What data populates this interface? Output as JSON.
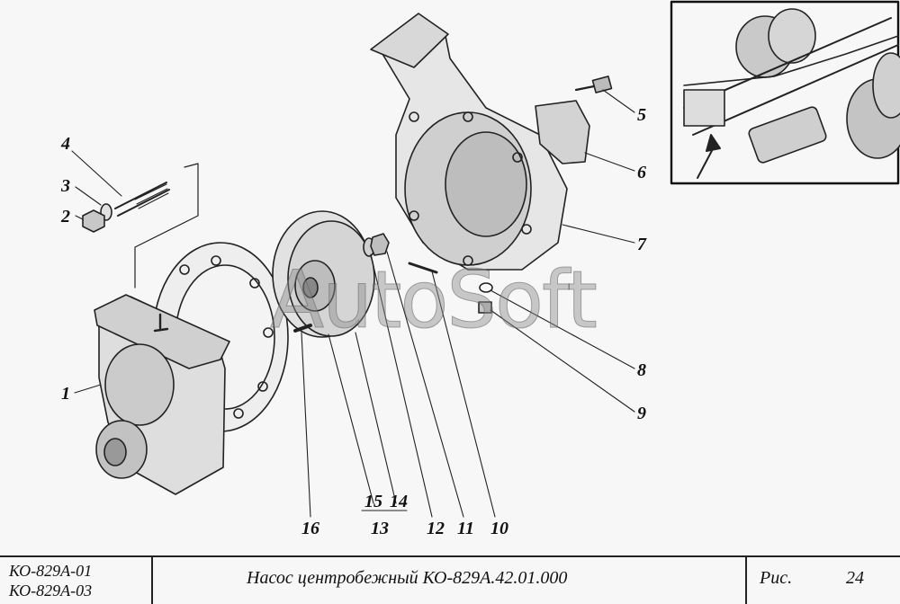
{
  "watermark": "AutoSoft",
  "callouts": [
    {
      "id": "1",
      "text": "1"
    },
    {
      "id": "2",
      "text": "2"
    },
    {
      "id": "3",
      "text": "3"
    },
    {
      "id": "4",
      "text": "4"
    },
    {
      "id": "5",
      "text": "5"
    },
    {
      "id": "6",
      "text": "6"
    },
    {
      "id": "7",
      "text": "7"
    },
    {
      "id": "8",
      "text": "8"
    },
    {
      "id": "9",
      "text": "9"
    },
    {
      "id": "10",
      "text": "10"
    },
    {
      "id": "11",
      "text": "11"
    },
    {
      "id": "12",
      "text": "12"
    },
    {
      "id": "13",
      "text": "13"
    },
    {
      "id": "14",
      "text": "14"
    },
    {
      "id": "15",
      "text": "15"
    },
    {
      "id": "16",
      "text": "16"
    }
  ],
  "title_block": {
    "model_1": "КО-829А-01",
    "model_2": "КО-829А-03",
    "title": "Насос центробежный КО-829А.42.01.000",
    "fig_label": "Рис.",
    "fig_number": "24"
  }
}
